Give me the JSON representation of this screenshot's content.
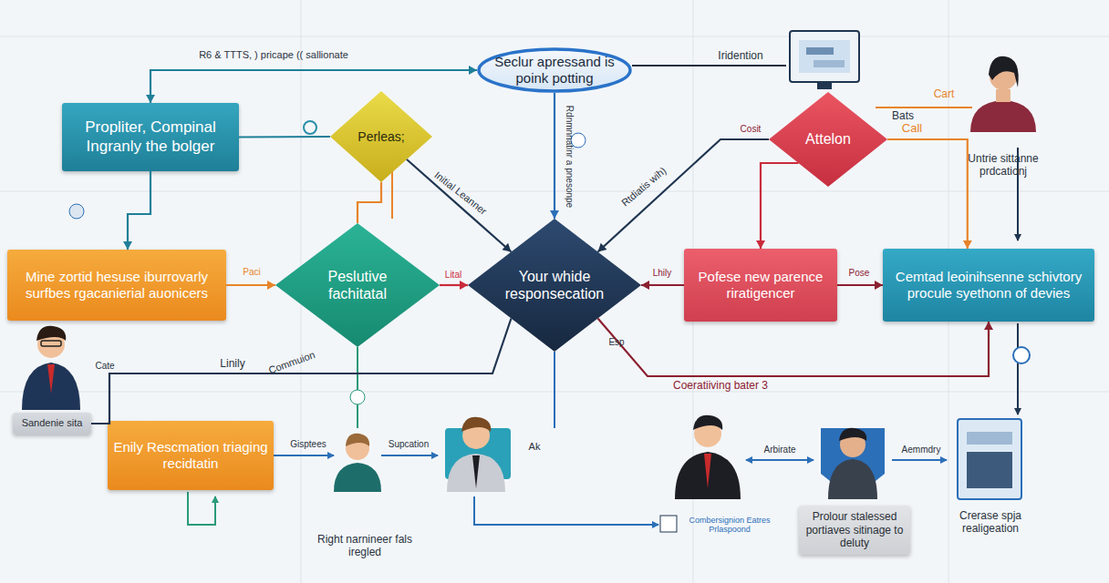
{
  "diagram": {
    "nodes": [
      {
        "text": [
          "Seclur apressand is poink potting"
        ]
      },
      {
        "text": [
          "Propliter, Compinal Ingranly the bolger"
        ]
      },
      {
        "text": [
          "Perleas;"
        ]
      },
      {
        "text": [
          "Attelon"
        ]
      },
      {
        "text": [
          "Mine zortid hesuse iburrovarly surfbes rgacanierial auonicers"
        ]
      },
      {
        "text": [
          "Peslutive fachitatal"
        ]
      },
      {
        "text": [
          "Your whide responsecation"
        ]
      },
      {
        "text": [
          "Pofese new parence riratigencer"
        ]
      },
      {
        "text": [
          "Cemtad leoinihsenne schivtory procule syethonn of devies"
        ]
      },
      {
        "text": [
          "Enily Rescmation triaging recidtatin"
        ]
      },
      {
        "text": [
          "Prolour stalessed portiaves sitinage to deluty"
        ]
      },
      {
        "text": [
          "Sandenie sita"
        ]
      }
    ],
    "edges": [
      {
        "from": 0,
        "to": 1,
        "arrow": "both",
        "label": "R6 & TTTS, ) pricape (( sallionate"
      },
      {
        "from": 1,
        "to": 2,
        "arrow": "none"
      },
      {
        "from": 1,
        "to": 4,
        "arrow": "to"
      },
      {
        "from": 2,
        "to": 6,
        "arrow": "to",
        "label": "Initial Leanner"
      },
      {
        "from": 0,
        "to": 6,
        "arrow": "to",
        "label": "Rdnmnnatinr a pnesonpe"
      },
      {
        "from": 3,
        "to": 6,
        "arrow": "to",
        "label": "Rtdiatis wih)"
      },
      {
        "from": 4,
        "to": 5,
        "arrow": "to",
        "label": "Paci"
      },
      {
        "from": 5,
        "to": 6,
        "arrow": "to",
        "label": "Lital"
      },
      {
        "from": 7,
        "to": 6,
        "arrow": "to",
        "label": "Lhily"
      },
      {
        "from": 7,
        "to": 8,
        "arrow": "to",
        "label": "Pose"
      },
      {
        "from": 3,
        "to": 7,
        "arrow": "to"
      },
      {
        "from": 3,
        "to": 8,
        "arrow": "to",
        "label": "Call"
      },
      {
        "from": 6,
        "to": 8,
        "arrow": "to",
        "label": "Coeratiiving bater 3"
      },
      {
        "from": 2,
        "to": 5,
        "arrow": "none"
      },
      {
        "from": 11,
        "to": 6,
        "arrow": "none",
        "label": "Linily"
      }
    ],
    "labels": [
      "Iridention",
      "Cart",
      "Bats",
      "Untrie sittanne prdcationj",
      "Cosit",
      "Cate",
      "Commuion",
      "Gisptees",
      "Supcation",
      "Ak",
      "Right narnineer fals iregled",
      "Combersignion Eatres Prlaspoond",
      "Arbirate",
      "Aemmdry",
      "Crerase spja realigeation",
      "Esp"
    ]
  }
}
